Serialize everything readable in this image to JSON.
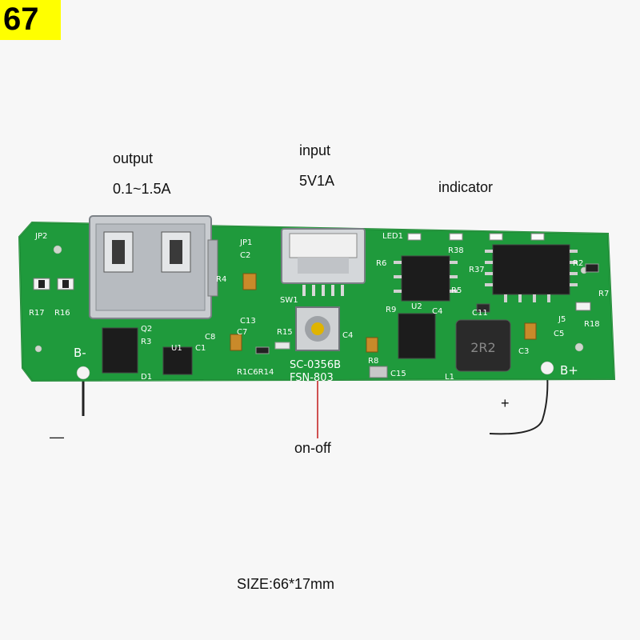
{
  "badge": {
    "number": "67"
  },
  "annotations": {
    "output_title": "output",
    "output_spec": "0.1~1.5A",
    "input_title": "input",
    "input_spec": "5V1A",
    "indicator": "indicator",
    "switch": "on-off",
    "negative": "—",
    "positive": "+",
    "size": "SIZE:66*17mm"
  },
  "board": {
    "silkscreen": {
      "jp2": "JP2",
      "jp1": "JP1",
      "c2": "C2",
      "led1": "LED1",
      "r38": "R38",
      "r6": "R6",
      "r5": "R5",
      "r37": "R37",
      "r2": "R2",
      "r4": "R4",
      "r9": "R9",
      "u2": "U2",
      "c4a": "C4",
      "sw1": "SW1",
      "c13": "C13",
      "r15": "R15",
      "c8": "C8",
      "c7": "C7",
      "q2": "Q2",
      "r3": "R3",
      "u1": "U1",
      "c1": "C1",
      "r17": "R17",
      "r16": "R16",
      "b_minus": "B-",
      "b_plus": "B+",
      "d1": "D1",
      "c6": "R1C6R14",
      "model": "SC-0356B",
      "fsn": "FSN-803",
      "c15": "C15",
      "r8": "R8",
      "l1": "L1",
      "c3": "C3",
      "c5": "C5",
      "j5": "J5",
      "r18": "R18",
      "c11": "C11",
      "c4b": "C4",
      "r7": "R7",
      "inductor_mark": "2R2"
    }
  },
  "colors": {
    "pcb": "#1f9a3c",
    "pcb_dark": "#137a2a",
    "badge": "#ffff00",
    "line": "#c21a1a"
  }
}
